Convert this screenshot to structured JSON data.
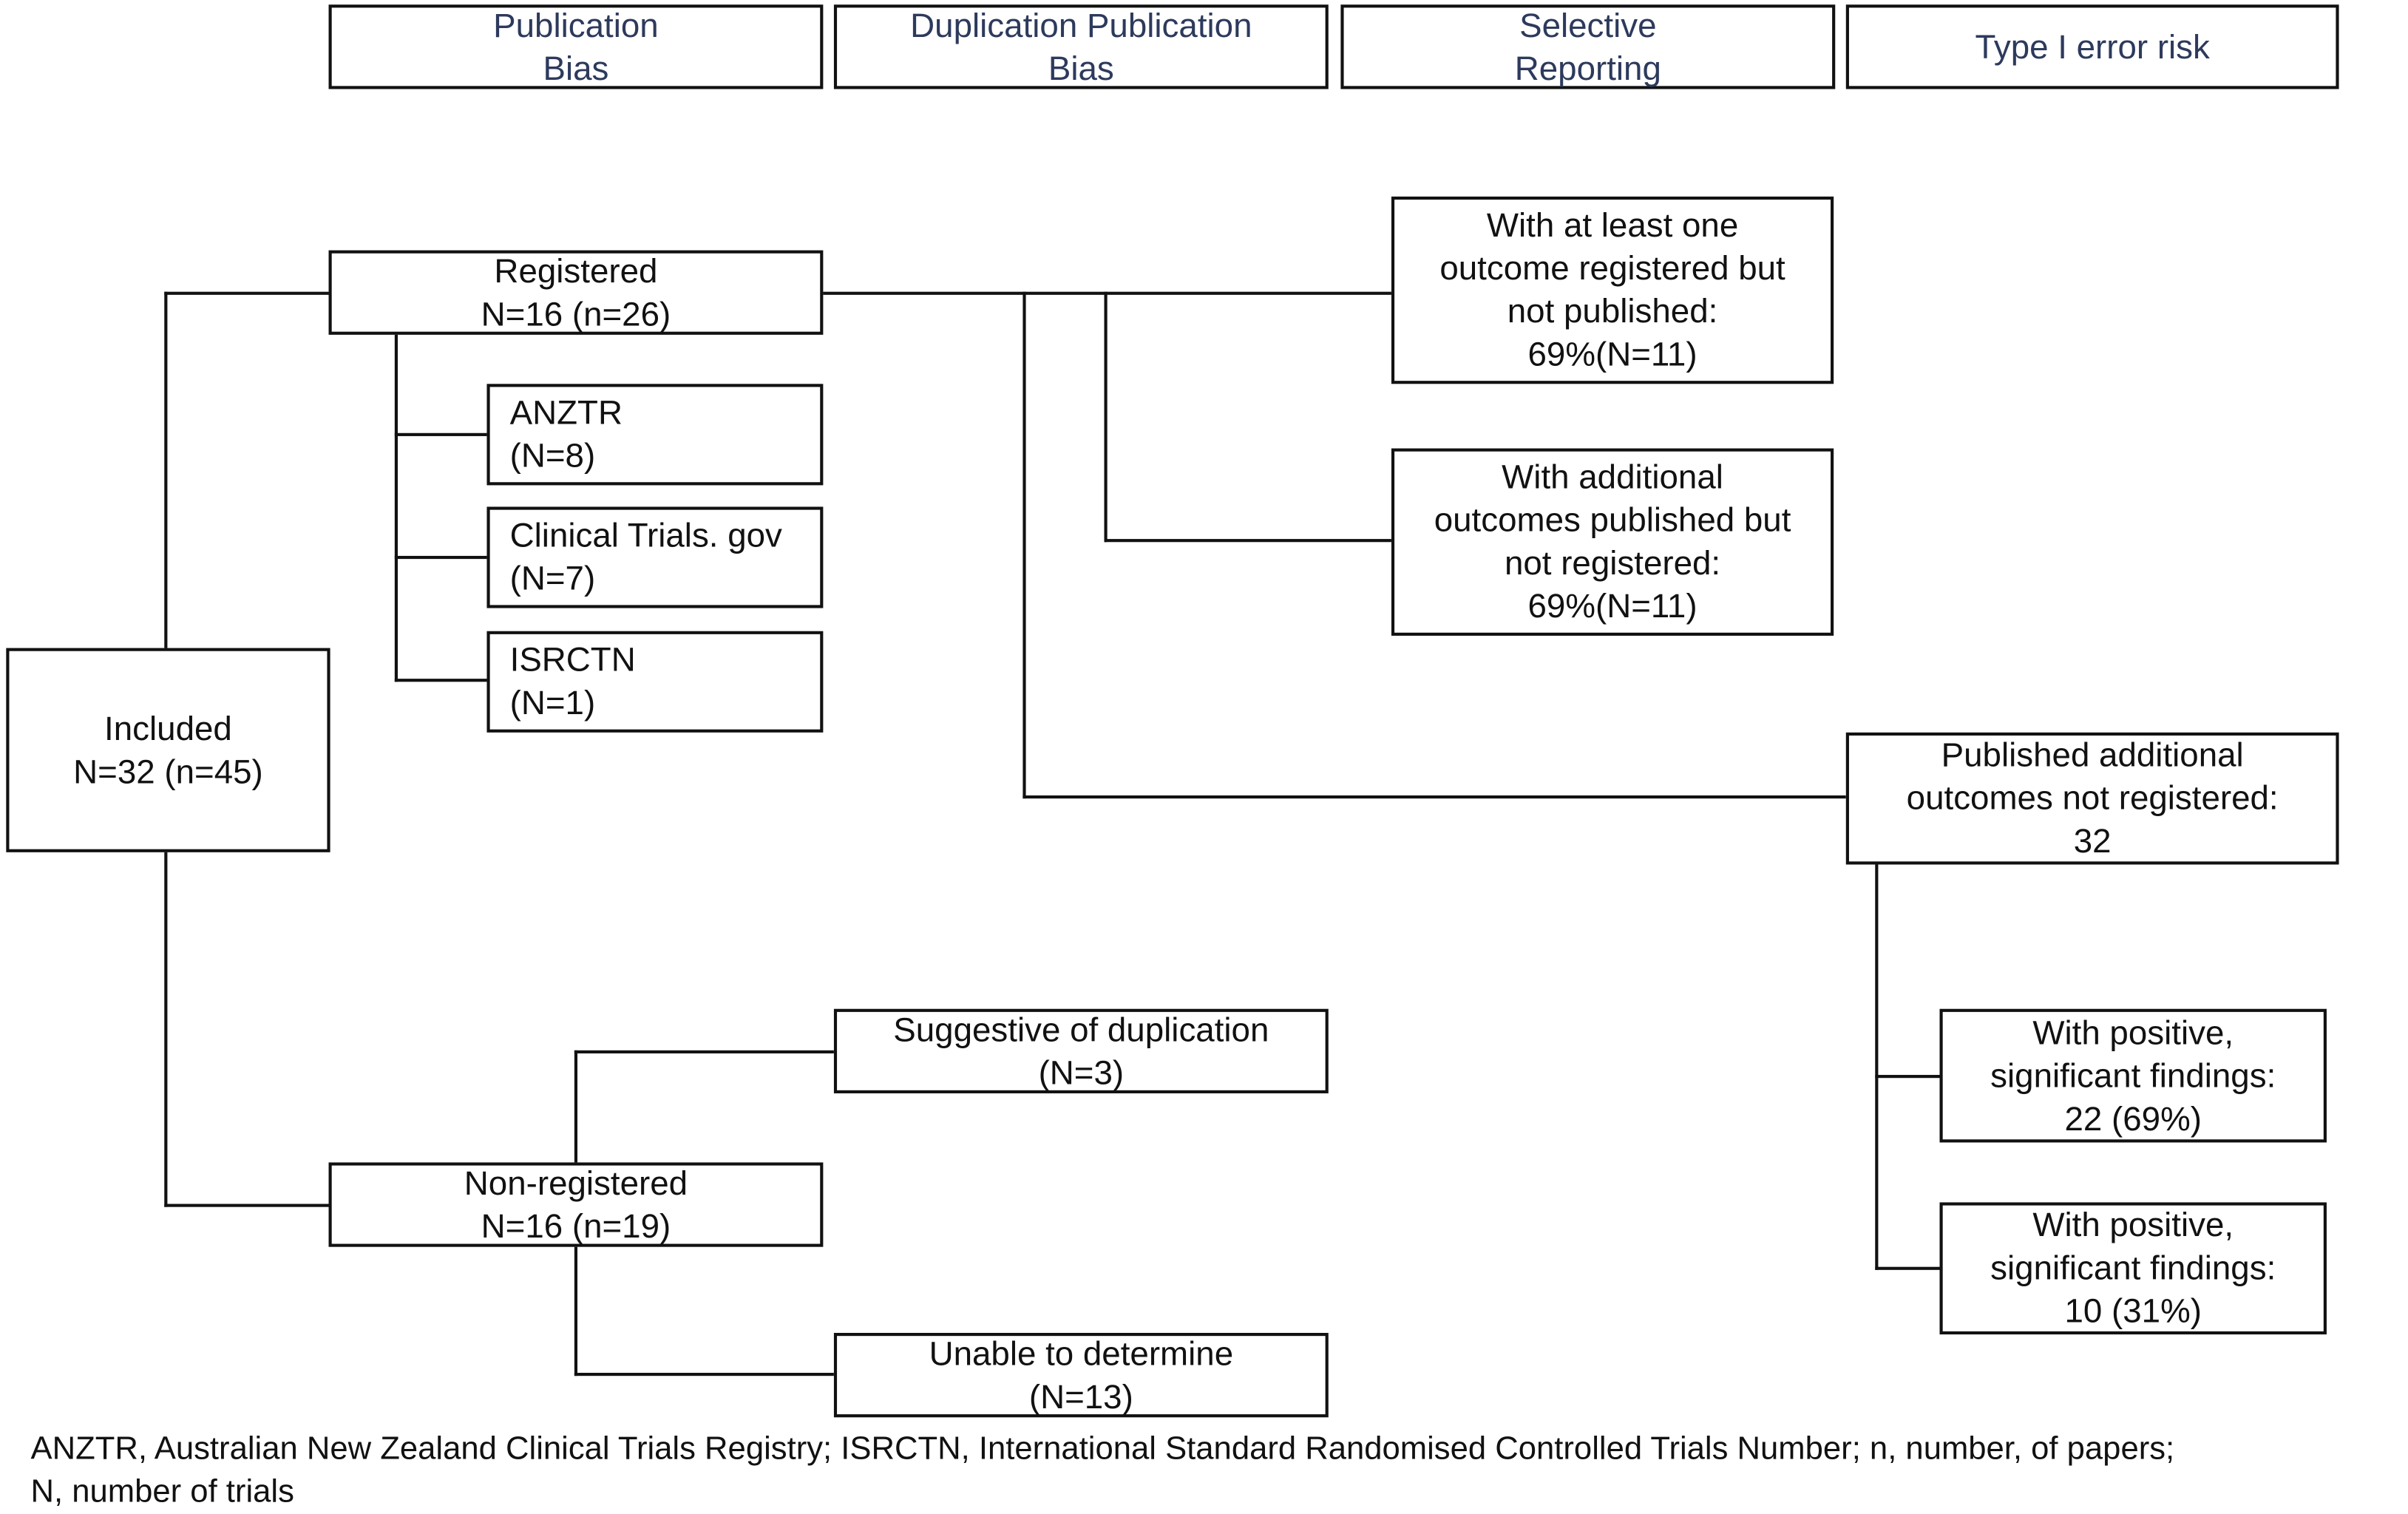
{
  "header": [
    {
      "line1": "Publication",
      "line2": "Bias"
    },
    {
      "line1": "Duplication Publication",
      "line2": "Bias"
    },
    {
      "line1": "Selective",
      "line2": "Reporting"
    },
    {
      "line1": "Type I error risk"
    }
  ],
  "nodes": {
    "included": {
      "line1": "Included",
      "line2": "N=32 (n=45)"
    },
    "registered": {
      "line1": "Registered",
      "line2": "N=16 (n=26)"
    },
    "anztr": {
      "line1": "ANZTR",
      "line2": "(N=8)"
    },
    "clinicaltrials": {
      "line1": "Clinical Trials. gov",
      "line2": "(N=7)"
    },
    "isrctn": {
      "line1": "ISRCTN",
      "line2": "(N=1)"
    },
    "nonregistered": {
      "line1": "Non-registered",
      "line2": "N=16 (n=19)"
    },
    "suggestive": {
      "line1": "Suggestive of duplication",
      "line2": "(N=3)"
    },
    "unable": {
      "line1": "Unable to determine",
      "line2": "(N=13)"
    },
    "unpublished": {
      "line1": "With at least one",
      "line2": "outcome registered but",
      "line3": "not published:",
      "line4": "69%(N=11)"
    },
    "additional": {
      "line1": "With additional",
      "line2": "outcomes published but",
      "line3": "not registered:",
      "line4": "69%(N=11)"
    },
    "published_additional": {
      "line1": "Published additional",
      "line2": "outcomes not registered:",
      "line3": "32"
    },
    "positive1": {
      "line1": "With positive,",
      "line2": "significant findings:",
      "line3": "22 (69%)"
    },
    "positive2": {
      "line1": "With positive,",
      "line2": "significant findings:",
      "line3": "10 (31%)"
    }
  },
  "footnote": {
    "line1": "ANZTR, Australian New Zealand Clinical Trials Registry; ISRCTN, International Standard Randomised Controlled Trials Number; n, number, of papers;",
    "line2": "N, number of trials"
  }
}
